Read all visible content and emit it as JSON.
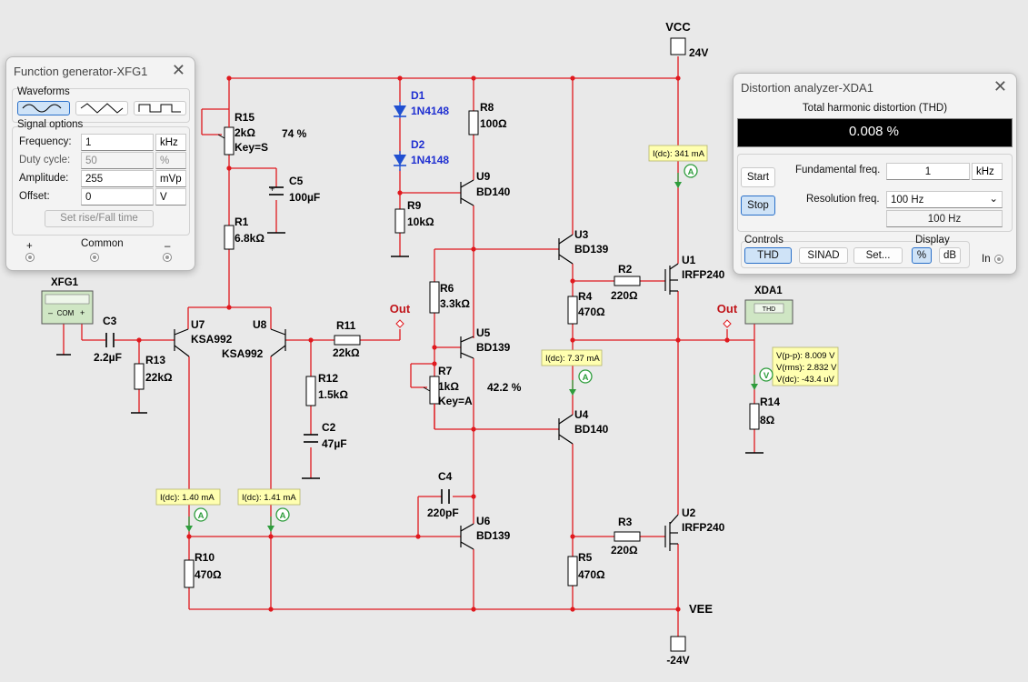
{
  "function_generator": {
    "title": "Function generator-XFG1",
    "waveforms_label": "Waveforms",
    "signal_options_label": "Signal options",
    "rows": [
      {
        "label": "Frequency:",
        "value": "1",
        "unit": "kHz",
        "disabled": false
      },
      {
        "label": "Duty cycle:",
        "value": "50",
        "unit": "%",
        "disabled": true
      },
      {
        "label": "Amplitude:",
        "value": "255",
        "unit": "mVp",
        "disabled": false
      },
      {
        "label": "Offset:",
        "value": "0",
        "unit": "V",
        "disabled": false
      }
    ],
    "set_rise_fall_label": "Set rise/Fall time",
    "plus_label": "+",
    "common_label": "Common",
    "minus_label": "–",
    "selected_waveform": "sine"
  },
  "distortion_analyzer": {
    "title": "Distortion analyzer-XDA1",
    "display_title": "Total harmonic distortion (THD)",
    "reading": "0.008 %",
    "start_label": "Start",
    "stop_label": "Stop",
    "fundamental_label": "Fundamental freq.",
    "fundamental_value": "1",
    "fundamental_unit": "kHz",
    "resolution_label": "Resolution freq.",
    "resolution_value": "100 Hz",
    "resolution_readout": "100 Hz",
    "controls_label": "Controls",
    "thd_label": "THD",
    "sinad_label": "SINAD",
    "set_label": "Set...",
    "display_label": "Display",
    "percent_label": "%",
    "db_label": "dB",
    "in_label": "In"
  },
  "components": {
    "vcc": {
      "name": "VCC",
      "value": "24V"
    },
    "vee": {
      "name": "VEE",
      "value": "-24V"
    },
    "r15": {
      "name": "R15",
      "value": "2kΩ",
      "key": "Key=S",
      "percent": "74 %"
    },
    "r1": {
      "name": "R1",
      "value": "6.8kΩ"
    },
    "c5": {
      "name": "C5",
      "value": "100µF"
    },
    "d1": {
      "name": "D1",
      "value": "1N4148"
    },
    "d2": {
      "name": "D2",
      "value": "1N4148"
    },
    "r8": {
      "name": "R8",
      "value": "100Ω"
    },
    "r9": {
      "name": "R9",
      "value": "10kΩ"
    },
    "u9": {
      "name": "U9",
      "value": "BD140"
    },
    "u3": {
      "name": "U3",
      "value": "BD139"
    },
    "u1": {
      "name": "U1",
      "value": "IRFP240"
    },
    "r2": {
      "name": "R2",
      "value": "220Ω"
    },
    "r4": {
      "name": "R4",
      "value": "470Ω"
    },
    "r6": {
      "name": "R6",
      "value": "3.3kΩ"
    },
    "u5": {
      "name": "U5",
      "value": "BD139"
    },
    "r7": {
      "name": "R7",
      "value": "1kΩ",
      "key": "Key=A",
      "percent": "42.2 %"
    },
    "u4": {
      "name": "U4",
      "value": "BD140"
    },
    "c4": {
      "name": "C4",
      "value": "220pF"
    },
    "u6": {
      "name": "U6",
      "value": "BD139"
    },
    "u2": {
      "name": "U2",
      "value": "IRFP240"
    },
    "r3": {
      "name": "R3",
      "value": "220Ω"
    },
    "r5": {
      "name": "R5",
      "value": "470Ω"
    },
    "r10": {
      "name": "R10",
      "value": "470Ω"
    },
    "r11": {
      "name": "R11",
      "value": "22kΩ"
    },
    "r12": {
      "name": "R12",
      "value": "1.5kΩ"
    },
    "c2": {
      "name": "C2",
      "value": "47µF"
    },
    "r13": {
      "name": "R13",
      "value": "22kΩ"
    },
    "c3": {
      "name": "C3",
      "value": "2.2µF"
    },
    "u7": {
      "name": "U7",
      "value": "KSA992"
    },
    "u8": {
      "name": "U8",
      "value": "KSA992"
    },
    "r14": {
      "name": "R14",
      "value": "8Ω"
    },
    "xfg1": {
      "name": "XFG1",
      "com": "COM",
      "minus": "–",
      "plus": "+"
    },
    "xda1": {
      "name": "XDA1",
      "screen": "THD"
    },
    "out1": "Out",
    "out2": "Out"
  },
  "probes": {
    "p_u1": "I(dc): 341 mA",
    "p_u4": "I(dc): 7.37 mA",
    "p_u7": "I(dc): 1.40 mA",
    "p_u8": "I(dc): 1.41 mA",
    "p_out": [
      "V(p-p): 8.009 V",
      "V(rms): 2.832 V",
      "V(dc): -43.4 uV"
    ],
    "ammeter_symbol": "A",
    "voltmeter_symbol": "V"
  },
  "colors": {
    "wire": "#e0191e",
    "wire_blue": "#1f4fd1",
    "component_text": "#000000",
    "diode_text": "#1f2fd1",
    "probe_bg": "#ffffb0",
    "meter_green": "#2e9d3c"
  }
}
